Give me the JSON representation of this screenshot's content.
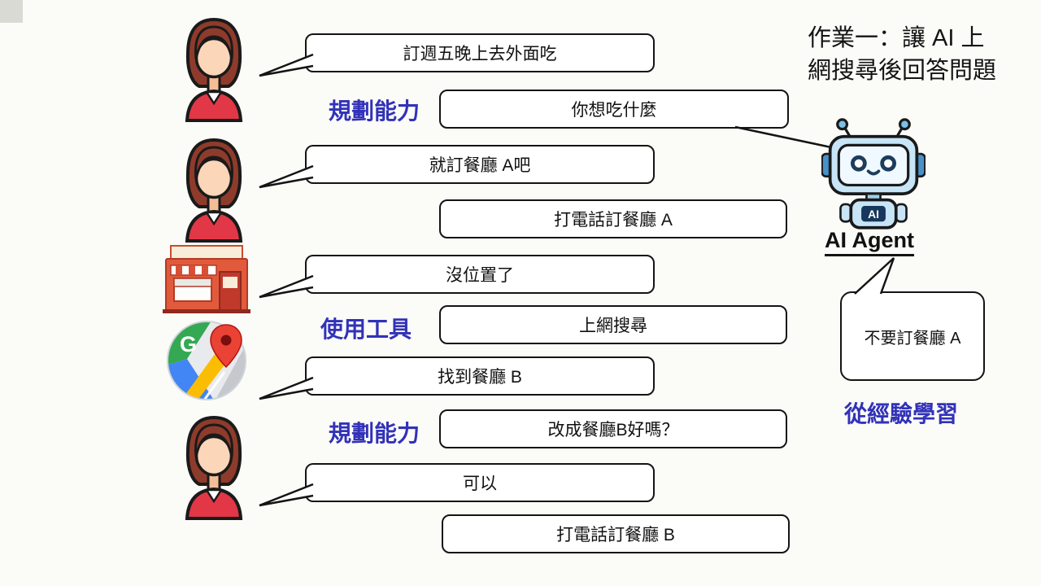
{
  "title": {
    "line1": "作業一：讓 AI 上",
    "line2": "網搜尋後回答問題"
  },
  "agent": {
    "name": "AI Agent",
    "badge": "AI",
    "memory_note": "不要訂餐廳 A"
  },
  "labels": {
    "planning_top": "規劃能力",
    "tool_use": "使用工具",
    "planning_bottom": "規劃能力",
    "learn_from_experience": "從經驗學習"
  },
  "bubbles": {
    "user_request": "訂週五晚上去外面吃",
    "agent_ask_food": "你想吃什麼",
    "user_pick_a": "就訂餐廳 A吧",
    "agent_call_a": "打電話訂餐廳 A",
    "restaurant_full": "沒位置了",
    "agent_web_search": "上網搜尋",
    "agent_found_b": "找到餐廳 B",
    "agent_confirm_b": "改成餐廳B好嗎？",
    "user_ok": "可以",
    "agent_call_b": "打電話訂餐廳 B"
  },
  "icons": {
    "user": "woman-avatar-icon",
    "restaurant": "storefront-icon",
    "map": "google-maps-icon",
    "agent": "robot-icon",
    "map_letter": "G"
  },
  "colors": {
    "label_blue": "#3232b8",
    "outline": "#141414",
    "background": "#fbfbf8",
    "avatar_shirt_red": "#e23747",
    "robot_blue": "#c7e5f6"
  }
}
